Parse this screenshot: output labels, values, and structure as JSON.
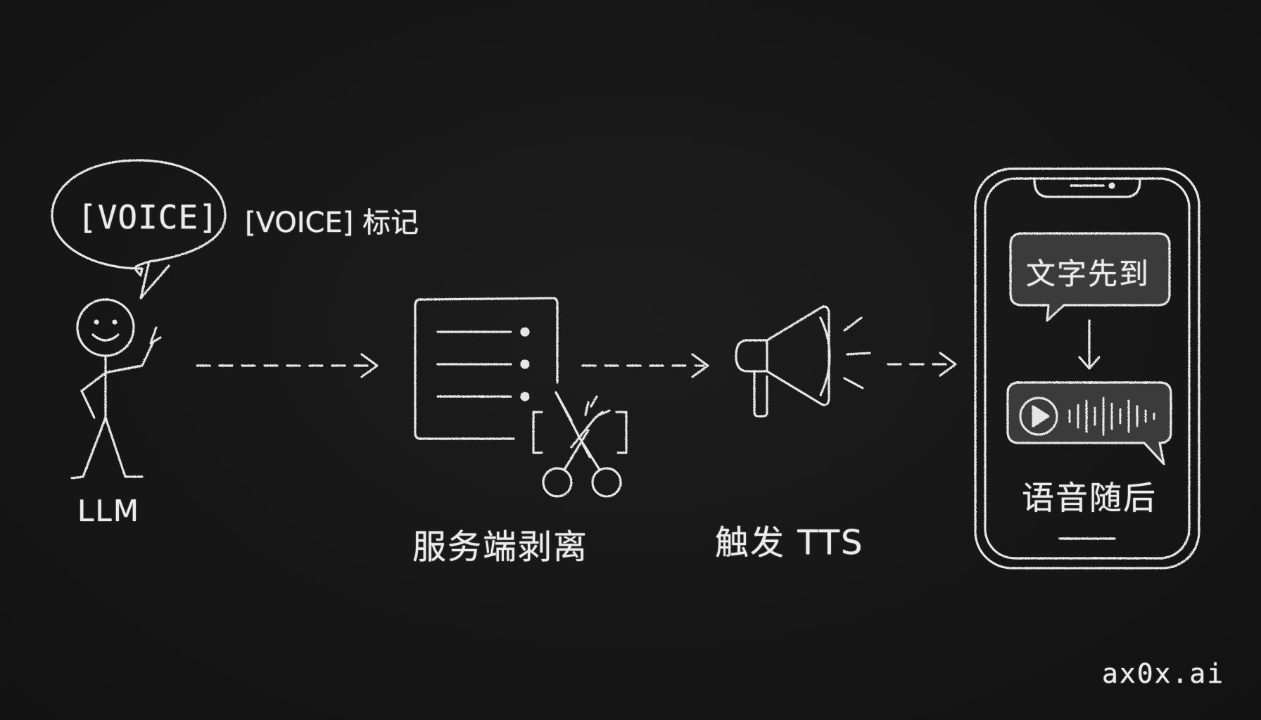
{
  "diagram": {
    "bubble_tag": "[VOICE]",
    "marker_label": "[VOICE] 标记",
    "llm_label": "LLM",
    "server_label": "服务端剥离",
    "tts_label": "触发 TTS",
    "text_first_label": "文字先到",
    "voice_after_label": "语音随后",
    "watermark": "ax0x.ai"
  },
  "colors": {
    "background": "#161616",
    "chalk": "#ececec",
    "bubble_fill": "#3a3a3a"
  }
}
